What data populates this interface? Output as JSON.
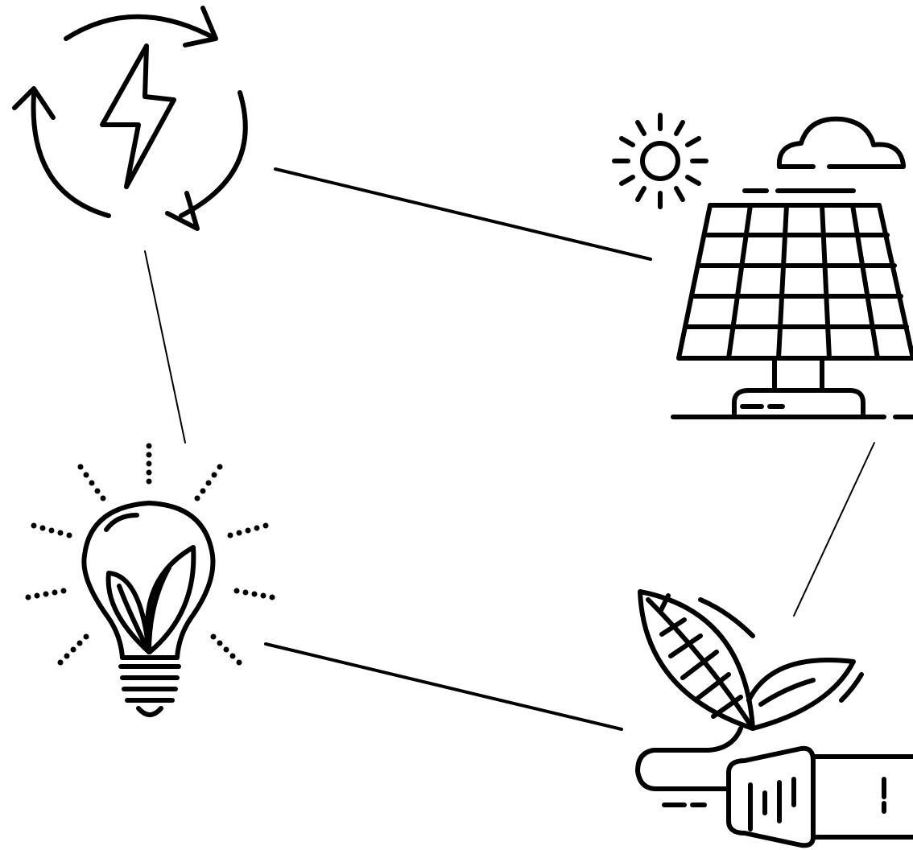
{
  "diagram": {
    "nodes": [
      {
        "id": "renewable-cycle",
        "icon": "renewable-energy-cycle-icon"
      },
      {
        "id": "solar-panel",
        "icon": "solar-panel-icon"
      },
      {
        "id": "eco-bulb",
        "icon": "eco-light-bulb-icon"
      },
      {
        "id": "green-plug",
        "icon": "leaf-plug-icon"
      }
    ],
    "edges": [
      {
        "from": "renewable-cycle",
        "to": "solar-panel"
      },
      {
        "from": "renewable-cycle",
        "to": "eco-bulb"
      },
      {
        "from": "solar-panel",
        "to": "green-plug"
      },
      {
        "from": "eco-bulb",
        "to": "green-plug"
      }
    ],
    "colors": {
      "ink": "#000000",
      "background": "#ffffff"
    }
  }
}
